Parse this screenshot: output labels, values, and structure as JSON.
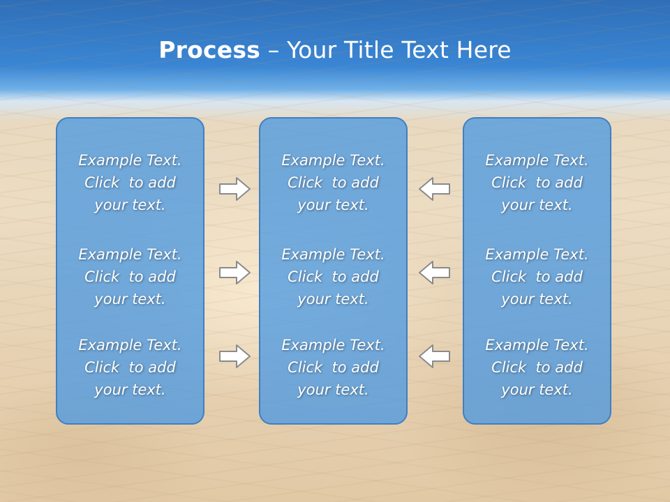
{
  "slide": {
    "title_bold": "Process",
    "title_rest": " – Your Title Text Here"
  },
  "panels": [
    {
      "items": [
        {
          "line1": "Example Text.",
          "line2": "Click  to add",
          "line3": "your text."
        },
        {
          "line1": "Example Text.",
          "line2": "Click  to add",
          "line3": "your text."
        },
        {
          "line1": "Example Text.",
          "line2": "Click  to add",
          "line3": "your text."
        }
      ]
    },
    {
      "items": [
        {
          "line1": "Example Text.",
          "line2": "Click  to add",
          "line3": "your text."
        },
        {
          "line1": "Example Text.",
          "line2": "Click  to add",
          "line3": "your text."
        },
        {
          "line1": "Example Text.",
          "line2": "Click  to add",
          "line3": "your text."
        }
      ]
    },
    {
      "items": [
        {
          "line1": "Example Text.",
          "line2": "Click  to add",
          "line3": "your text."
        },
        {
          "line1": "Example Text.",
          "line2": "Click  to add",
          "line3": "your text."
        },
        {
          "line1": "Example Text.",
          "line2": "Click  to add",
          "line3": "your text."
        }
      ]
    }
  ],
  "arrows": {
    "left_group": "arrow-right-icon",
    "right_group": "arrow-left-icon"
  },
  "colors": {
    "panel_fill": "#4e9ae2",
    "panel_border": "#3f7fc0",
    "header_blue": "#3a86d4",
    "text": "#ffffff"
  }
}
